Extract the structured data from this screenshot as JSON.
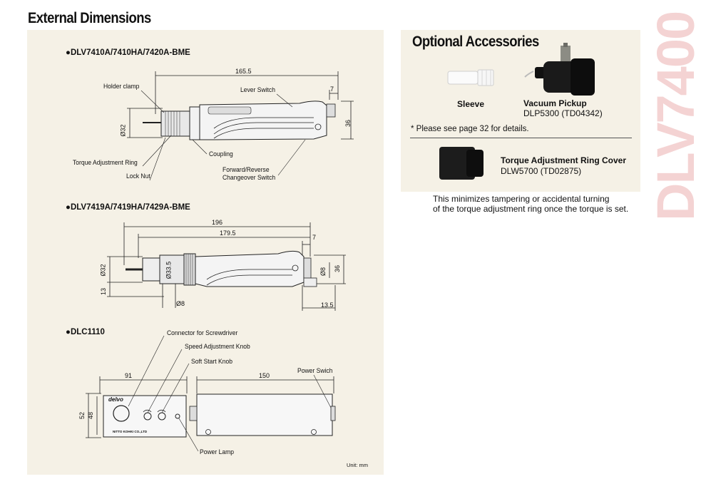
{
  "side_banner": "DLV7400",
  "external_dimensions": {
    "title": "External Dimensions",
    "unit_label": "Unit: mm",
    "model1": {
      "name": "●DLV7410A/7410HA/7420A-BME",
      "dims": {
        "length": "165.5",
        "end": "7",
        "height": "36",
        "dia": "Ø32"
      },
      "callouts": {
        "holder_clamp": "Holder clamp",
        "lever_switch": "Lever Switch",
        "coupling": "Coupling",
        "torque_ring": "Torque Adjustment Ring",
        "lock_nut": "Lock Nut",
        "fr_switch_line1": "Forward/Reverse",
        "fr_switch_line2": "Changeover Switch"
      }
    },
    "model2": {
      "name": "●DLV7419A/7419HA/7429A-BME",
      "dims": {
        "total": "196",
        "body": "179.5",
        "end": "7",
        "dia32": "Ø32",
        "dia335": "Ø33.5",
        "dia8_right": "Ø8",
        "height": "36",
        "h13": "13",
        "dia8_bottom": "Ø8",
        "w135": "13.5"
      }
    },
    "model3": {
      "name": "●DLC1110",
      "dims": {
        "front_width": "91",
        "side_width": "150",
        "h52": "52",
        "h48": "48"
      },
      "brand": "delvo",
      "maker": "NITTO KOHKI CO.,LTD",
      "callouts": {
        "connector": "Connector for Screwdriver",
        "speed_knob": "Speed Adjustment Knob",
        "soft_start": "Soft Start Knob",
        "power_switch": "Power Swich",
        "power_lamp": "Power Lamp"
      }
    }
  },
  "optional_accessories": {
    "title": "Optional Accessories",
    "items": [
      {
        "name": "Sleeve",
        "code": ""
      },
      {
        "name": "Vacuum Pickup",
        "code": "DLP5300 (TD04342)"
      }
    ],
    "note": "* Please see page 32 for details.",
    "ring_cover": {
      "name": "Torque Adjustment Ring Cover",
      "code": "DLW5700 (TD02875)"
    },
    "description_line1": "This minimizes tampering or accidental turning",
    "description_line2": "of the torque adjustment ring once the torque is set."
  }
}
